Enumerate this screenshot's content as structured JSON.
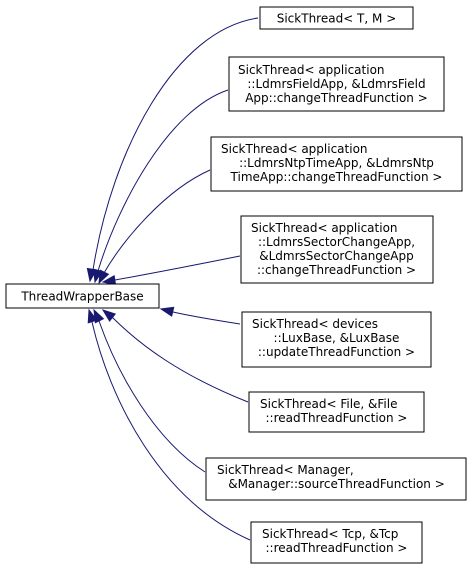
{
  "diagram": {
    "base": {
      "lines": [
        "ThreadWrapperBase"
      ]
    },
    "derived": [
      {
        "lines": [
          "SickThread< T, M >"
        ]
      },
      {
        "lines": [
          "SickThread< application",
          "::LdmrsFieldApp, &LdmrsField",
          "App::changeThreadFunction >"
        ]
      },
      {
        "lines": [
          "SickThread< application",
          "::LdmrsNtpTimeApp, &LdmrsNtp",
          "TimeApp::changeThreadFunction >"
        ]
      },
      {
        "lines": [
          "SickThread< application",
          "::LdmrsSectorChangeApp,",
          "&LdmrsSectorChangeApp",
          "::changeThreadFunction >"
        ]
      },
      {
        "lines": [
          "SickThread< devices",
          "::LuxBase, &LuxBase",
          "::updateThreadFunction >"
        ]
      },
      {
        "lines": [
          "SickThread< File, &File",
          "::readThreadFunction >"
        ]
      },
      {
        "lines": [
          "SickThread< Manager,",
          "&Manager::sourceThreadFunction >"
        ]
      },
      {
        "lines": [
          "SickThread< Tcp, &Tcp",
          "::readThreadFunction >"
        ]
      }
    ],
    "colors": {
      "edge": "#191970",
      "box_border": "#000000",
      "text": "#000000",
      "background": "#ffffff"
    }
  }
}
